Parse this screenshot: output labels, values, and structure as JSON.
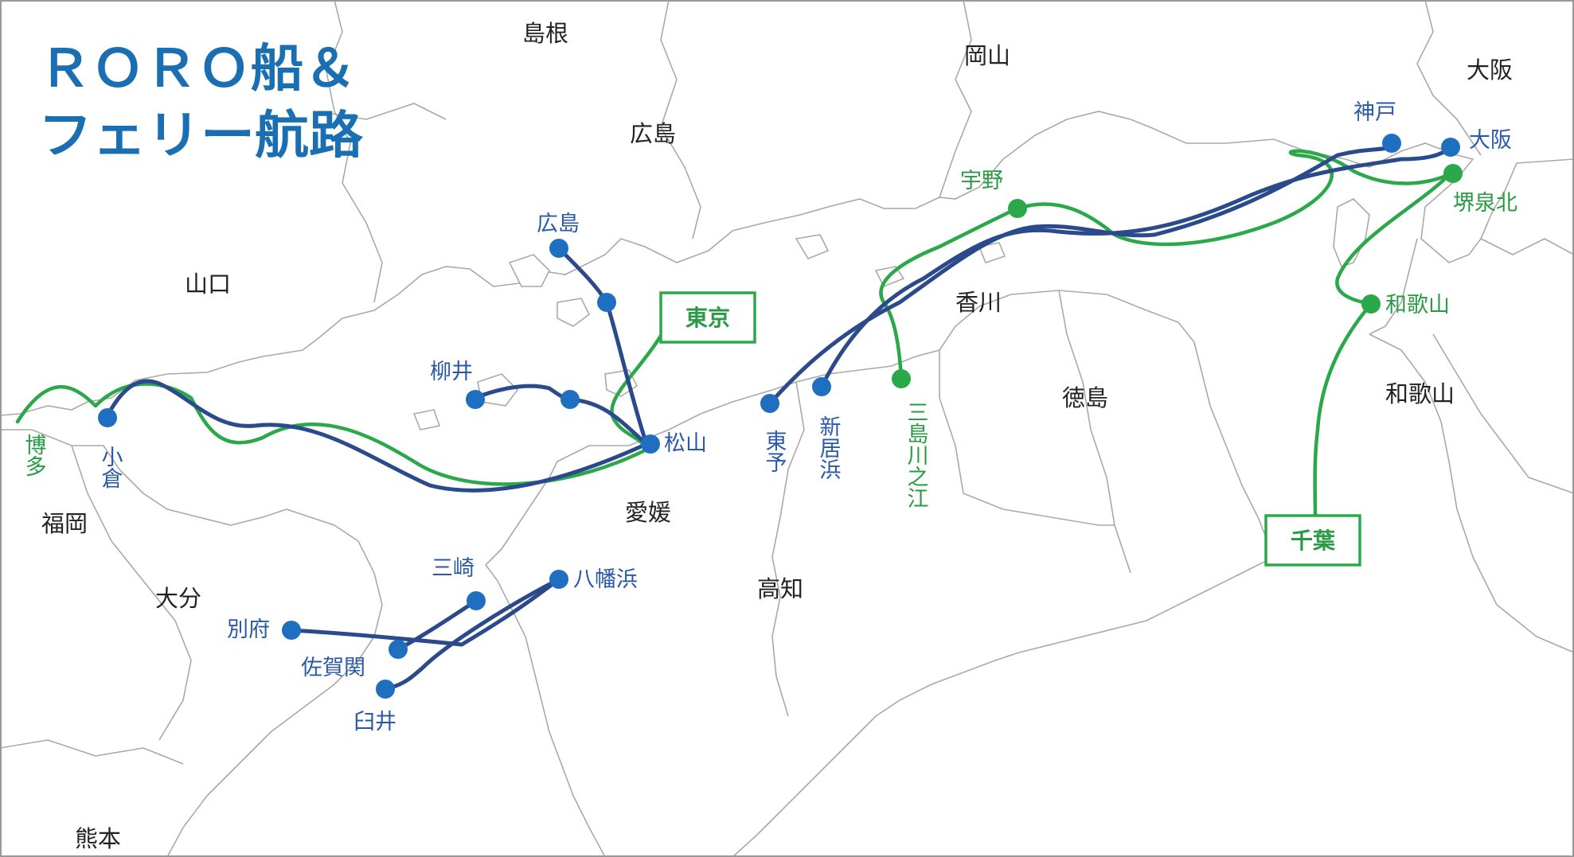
{
  "title": {
    "line1": "ＲＯＲＯ船＆",
    "line2": "フェリー航路"
  },
  "colors": {
    "title": "#1a6fb3",
    "route_blue": "#2b4a8b",
    "route_green": "#2aa84a",
    "port_blue": "#2a5aa6",
    "port_green": "#2a9a45",
    "port_dot_blue": "#1f6fc0",
    "port_dot_green": "#2aa84a"
  },
  "prefectures": {
    "shimane": "島根",
    "okayama": "岡山",
    "osaka": "大阪",
    "hiroshima": "広島",
    "yamaguchi": "山口",
    "kagawa": "香川",
    "tokushima": "徳島",
    "wakayama": "和歌山",
    "fukuoka": "福岡",
    "ehime": "愛媛",
    "oita": "大分",
    "kochi": "高知",
    "kumamoto": "熊本"
  },
  "ports": {
    "hakata": "博多",
    "kokura": "小倉",
    "yanai": "柳井",
    "hiroshima": "広島",
    "matsuyama": "松山",
    "toyo": "東予",
    "niihama": "新居浜",
    "mishimakawanoe": "三島川之江",
    "uno": "宇野",
    "kobe": "神戸",
    "osaka": "大阪",
    "sakaisenboku": "堺泉北",
    "wakayama": "和歌山",
    "misaki": "三崎",
    "yawatahama": "八幡浜",
    "beppu": "別府",
    "saganoseki": "佐賀関",
    "usuki": "臼井"
  },
  "destinations": {
    "tokyo": "東京",
    "chiba": "千葉"
  }
}
